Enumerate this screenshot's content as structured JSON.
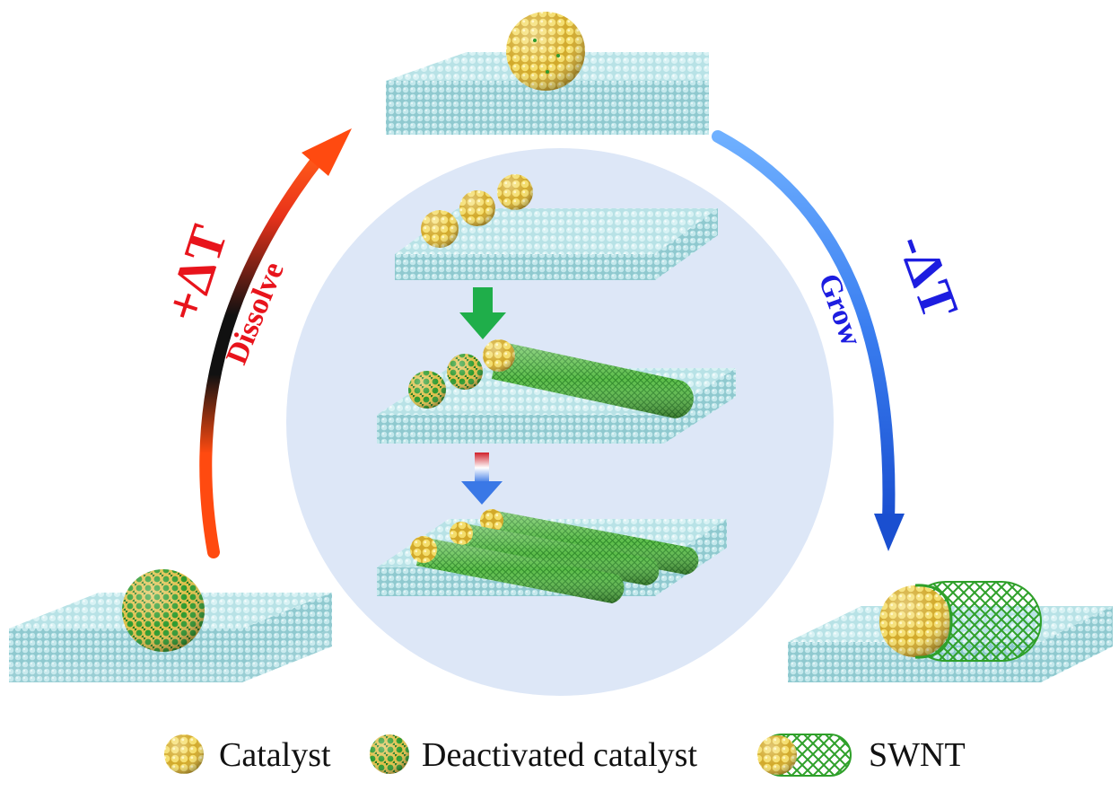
{
  "cycle": {
    "left_arrow": {
      "symbol": "+ΔT",
      "label": "Dissolve",
      "colors": {
        "head": "#ff4a10",
        "mid": "#e8321a",
        "tail": "#111111"
      },
      "text_color": "#e8141c"
    },
    "right_arrow": {
      "symbol": "-ΔT",
      "label": "Grow",
      "colors": {
        "head": "#1a4fd0",
        "tail": "#5aa0ff"
      },
      "text_color": "#1d1de0"
    }
  },
  "center": {
    "circle_color": "#dde7f7",
    "arrow_down_color": "#1fae4a",
    "arrow_temp_colors": {
      "top": "#d0202a",
      "bottom": "#3a78e6"
    }
  },
  "materials": {
    "substrate": "#bfe6ea",
    "catalyst": "#f2d65c",
    "deactivated": "#2e9a2e",
    "swnt": "#4cae3c"
  },
  "legend": {
    "catalyst_label": "Catalyst",
    "deactivated_label": "Deactivated catalyst",
    "swnt_label": "SWNT"
  }
}
